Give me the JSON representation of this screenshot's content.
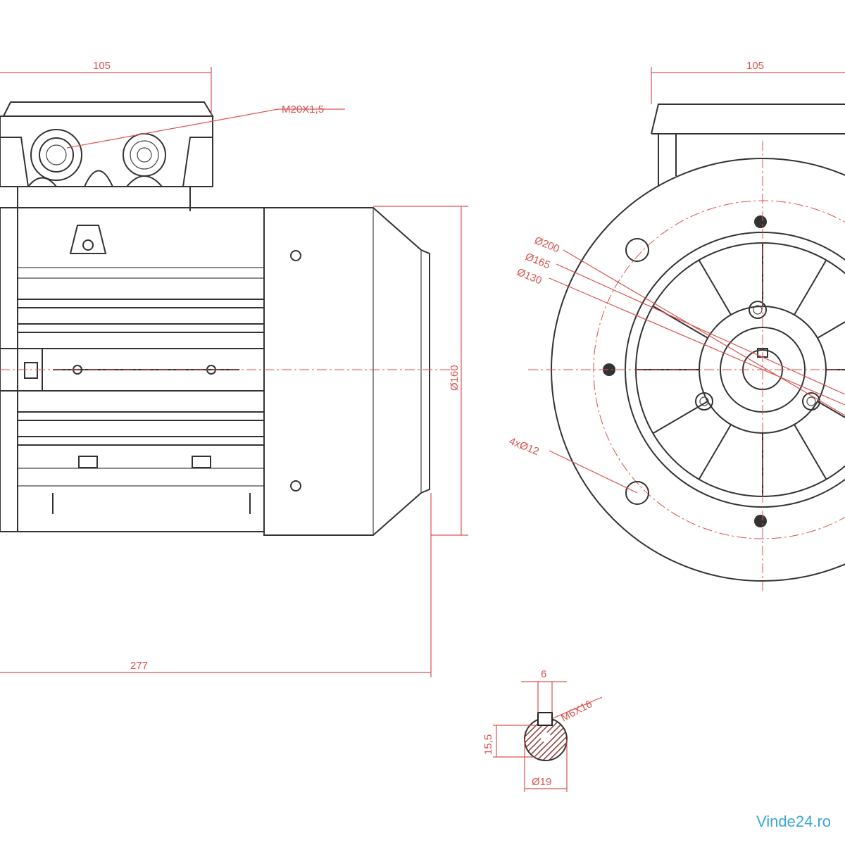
{
  "side_view": {
    "dim_box_width": "105",
    "thread_label": "M20X1,5",
    "dim_diameter": "Ø160",
    "dim_length": "277"
  },
  "front_view": {
    "dim_box_width": "105",
    "dim_flange_outer": "Ø200",
    "dim_bolt_circle": "Ø165",
    "dim_spigot": "Ø130",
    "dim_holes": "4xØ12"
  },
  "shaft_detail": {
    "dim_key_width": "6",
    "dim_thread": "M6X16",
    "dim_key_height": "15,5",
    "dim_shaft": "Ø19"
  },
  "watermark": "Vinde24.ro",
  "colors": {
    "dimension": "#d9534f",
    "outline": "#333333",
    "watermark": "#3aa6d8"
  }
}
